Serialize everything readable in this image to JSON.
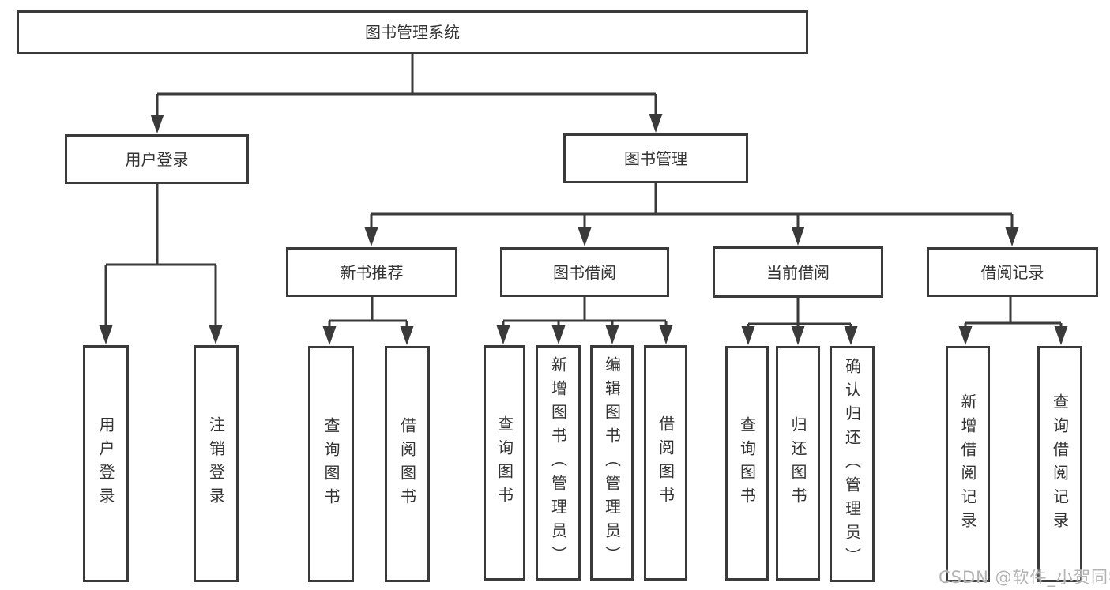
{
  "diagram_title": "图书管理系统",
  "tree": {
    "root": {
      "label": "图书管理系统"
    },
    "branches": [
      {
        "label": "用户登录",
        "children": [
          {
            "label": "用户登录"
          },
          {
            "label": "注销登录"
          }
        ]
      },
      {
        "label": "图书管理",
        "children": [
          {
            "label": "新书推荐",
            "children": [
              {
                "label": "查询图书"
              },
              {
                "label": "借阅图书"
              }
            ]
          },
          {
            "label": "图书借阅",
            "children": [
              {
                "label": "查询图书"
              },
              {
                "label": "新增图书（管理员）"
              },
              {
                "label": "编辑图书（管理员）"
              },
              {
                "label": "借阅图书"
              }
            ]
          },
          {
            "label": "当前借阅",
            "children": [
              {
                "label": "查询图书"
              },
              {
                "label": "归还图书"
              },
              {
                "label": "确认归还（管理员）"
              }
            ]
          },
          {
            "label": "借阅记录",
            "children": [
              {
                "label": "新增借阅记录"
              },
              {
                "label": "查询借阅记录"
              }
            ]
          }
        ]
      }
    ]
  },
  "watermark": {
    "text": "CSDN @软件_小贺同学",
    "color": "#b3b3b3"
  },
  "colors": {
    "line": "#3a3a3a",
    "text": "#333333",
    "background": "#ffffff"
  }
}
